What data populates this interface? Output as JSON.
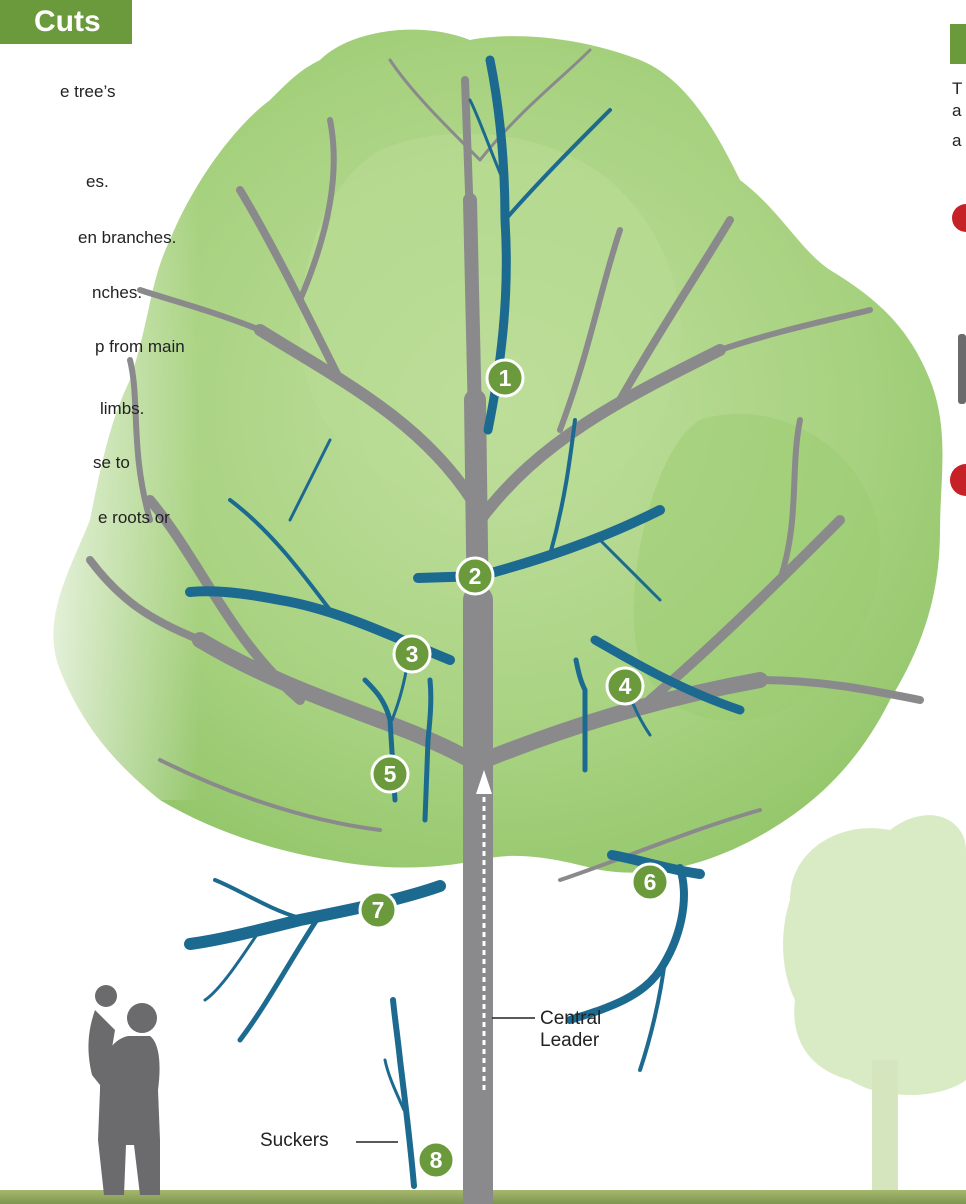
{
  "header": {
    "title": "Cuts"
  },
  "cut_descriptions": [
    "e tree’s",
    "es.",
    "en branches.",
    "nches.",
    "p from main",
    " limbs.",
    "se to",
    "e roots or"
  ],
  "right_column": {
    "lines": [
      "T",
      "a",
      "a"
    ]
  },
  "markers": [
    "1",
    "2",
    "3",
    "4",
    "5",
    "6",
    "7",
    "8"
  ],
  "labels": {
    "central_leader_line1": "Central",
    "central_leader_line2": "Leader",
    "suckers": "Suckers"
  },
  "colors": {
    "banner_green": "#6a9a3c",
    "marker_green": "#6a9a3c",
    "branch_gray": "#8a8a8c",
    "cut_blue": "#1d6a91",
    "canopy_green": "#a6d17e",
    "alert_red": "#c62127",
    "ground": "#8da05c"
  }
}
